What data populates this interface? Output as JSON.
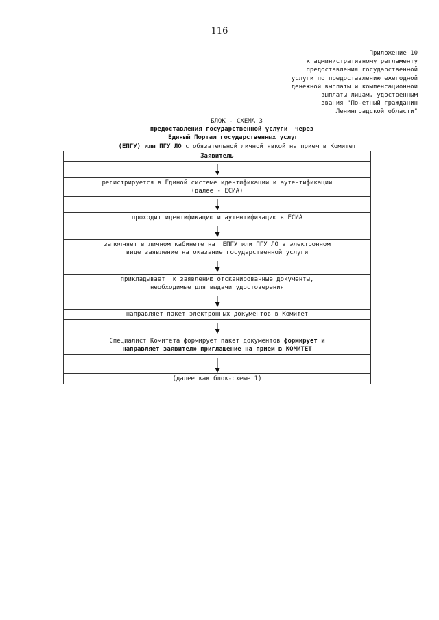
{
  "page_number": "116",
  "appendix": {
    "lines": [
      "Приложение 10",
      "к административному регламенту",
      "предоставления государственной",
      "услуги по предоставлению ежегодной",
      "денежной выплаты и компенсационной",
      "выплаты лицам, удостоенным",
      "звания \"Почетный гражданин",
      "Ленинградской области\""
    ]
  },
  "title": {
    "line1": "БЛОК - СХЕМА 3",
    "line2": "предоставления государственной услуги  через",
    "line3": "Единый Портал государственных услуг",
    "line4_bold": "(ЕПГУ) или ПГУ ЛО",
    "line4_rest": " с обязательной личной явкой на прием в Комитет"
  },
  "flow": {
    "header": "Заявитель",
    "step1": "регистрируется в Единой системе идентификации и аутентификации\n(далее - ЕСИА)",
    "step2": "проходит идентификацию и аутентификацию в ЕСИА",
    "step3": "заполняет в личном кабинете на  ЕПГУ или ПГУ ЛО в электронном\nвиде заявление на оказание государственной услуги",
    "step4": "прикладывает  к заявлению отсканированные документы,\nнеобходимые для выдачи удостоверения",
    "step5": "направляет пакет электронных документов в Комитет",
    "step6_normal": "Специалист Комитета формирует пакет документов ",
    "step6_bold": "формирует и",
    "step6_line2": "направляет заявителю приглашение на прием в КОМИТЕТ",
    "footer": "(далее как блок-схеме 1)"
  },
  "icons": {
    "arrow": "arrow-down-icon"
  }
}
